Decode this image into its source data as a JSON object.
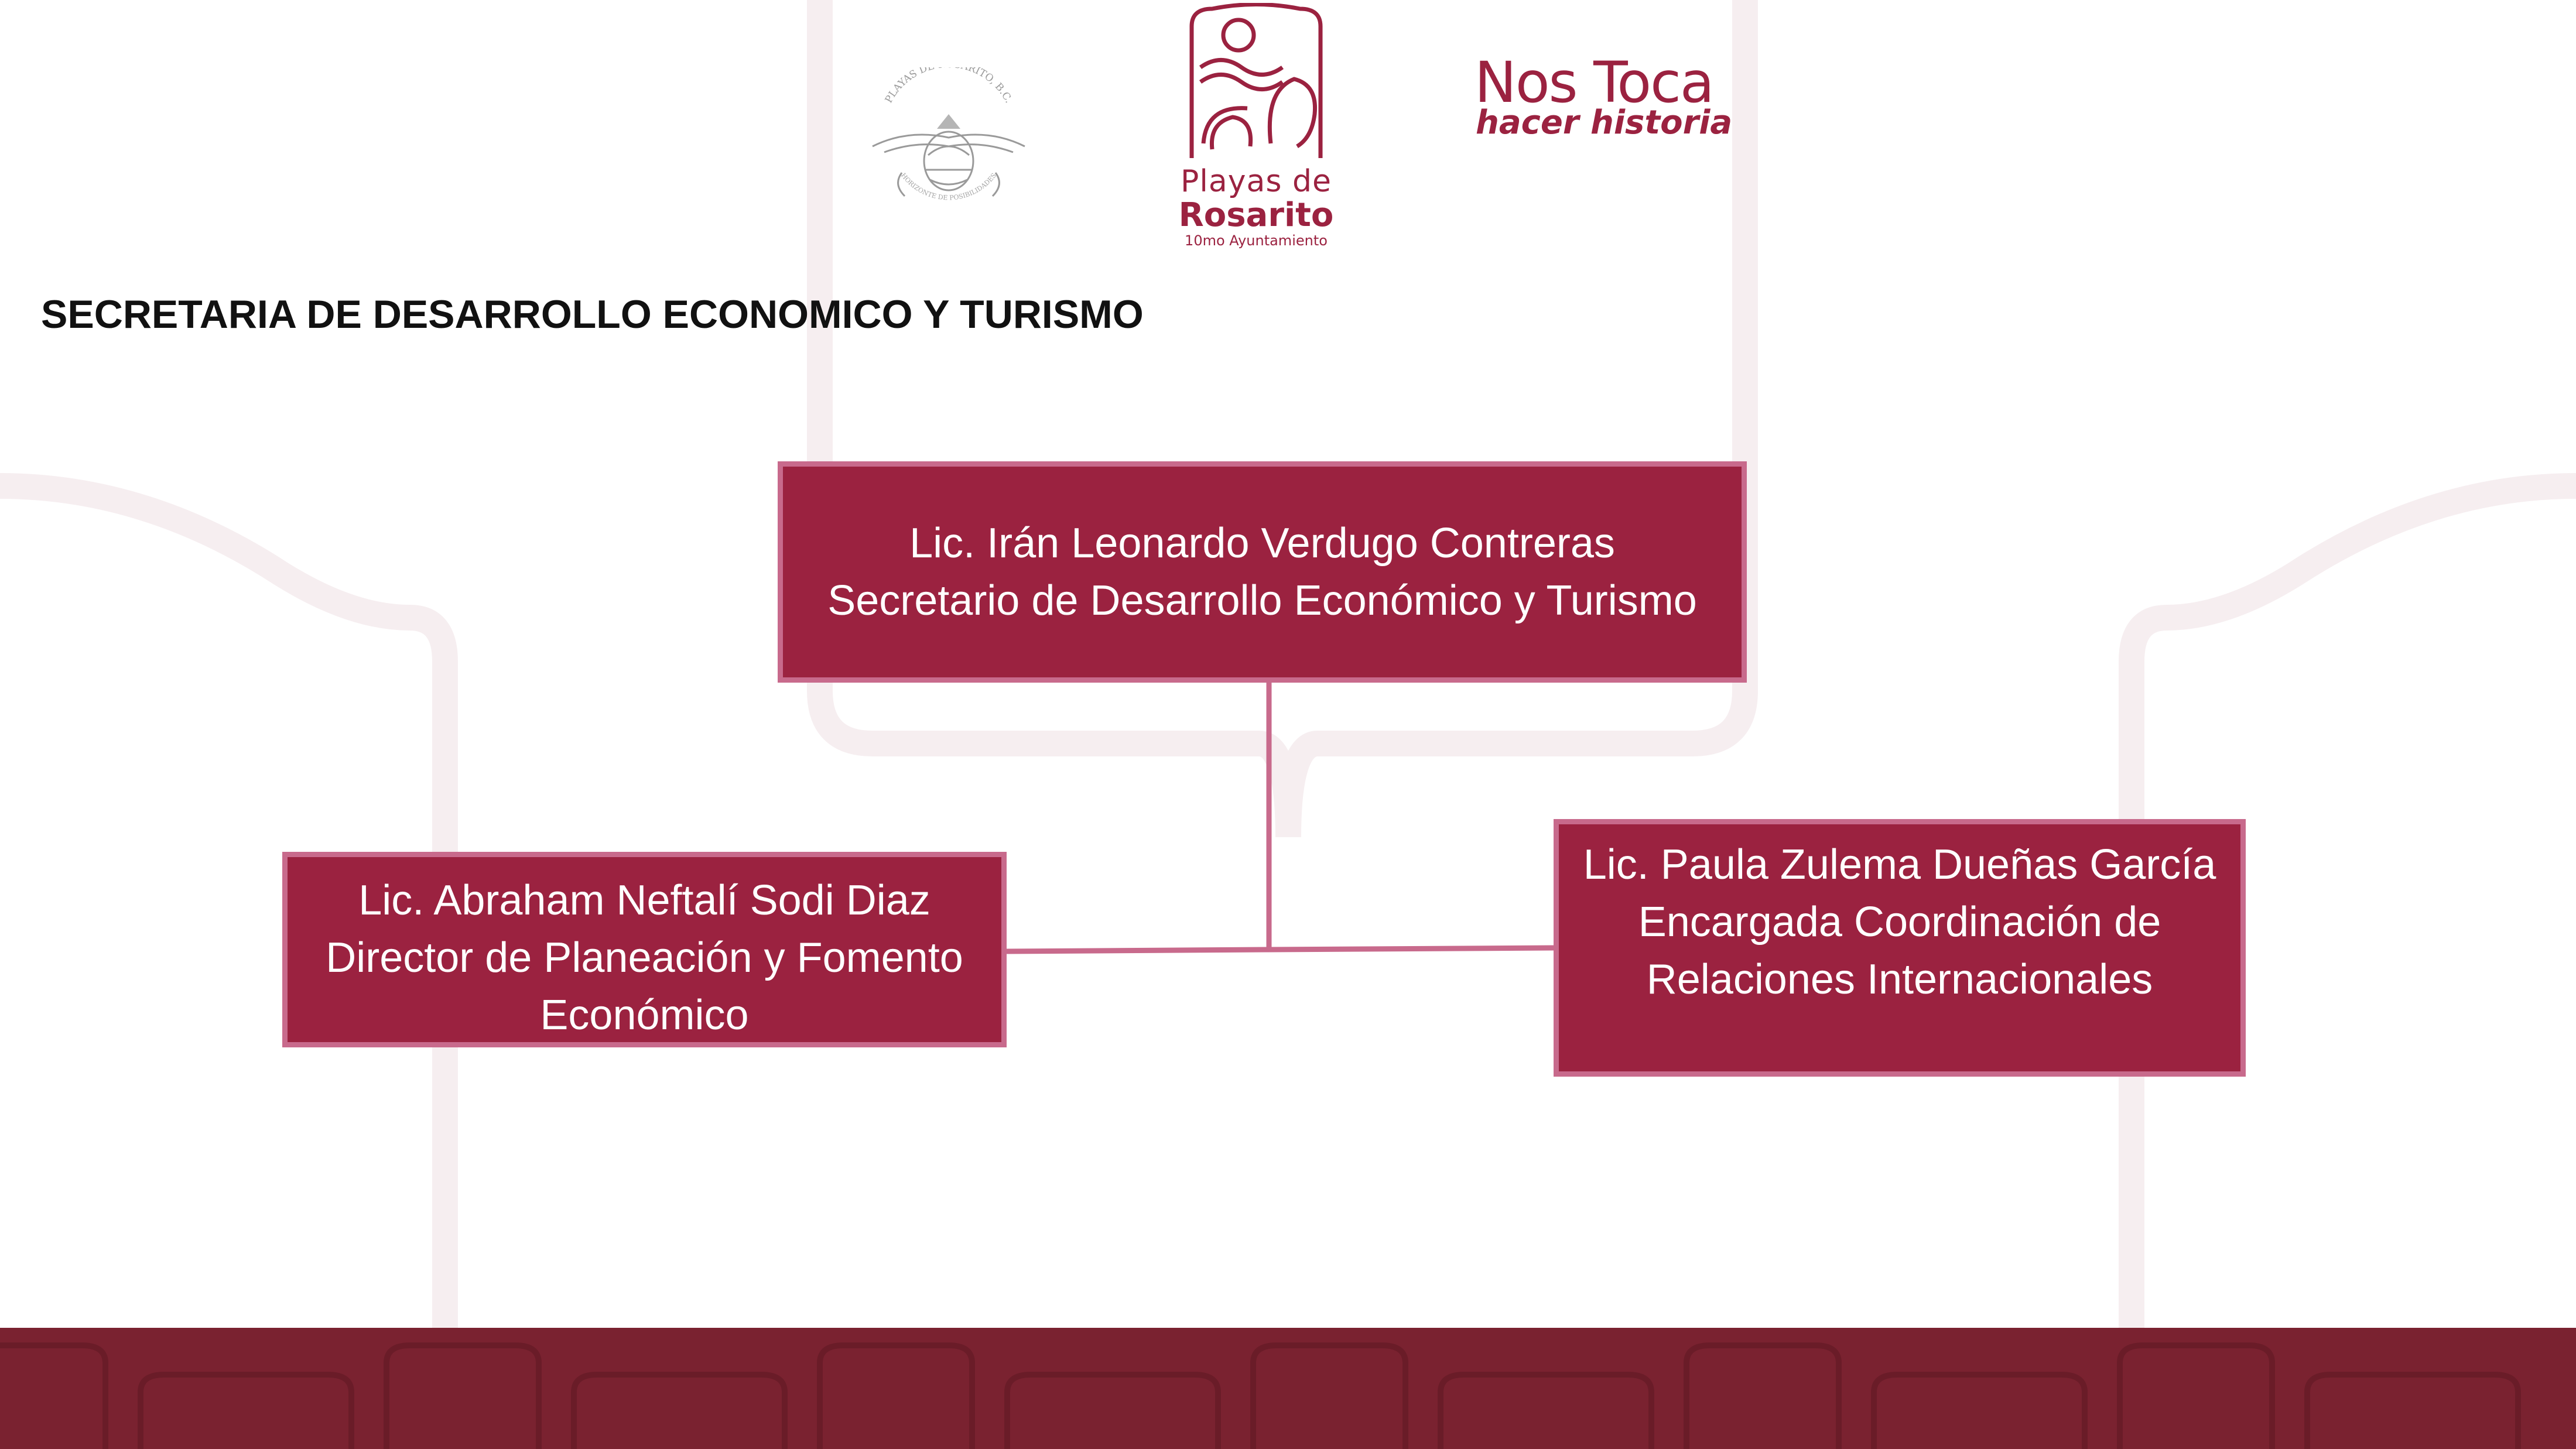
{
  "logos": {
    "seal": {
      "arc_text": "PLAYAS DE ROSARITO, B.C.",
      "bottom_text": "HORIZONTE DE POSIBILIDADES"
    },
    "playas": {
      "line1": "Playas de",
      "line2": "Rosarito",
      "line3": "10mo Ayuntamiento"
    },
    "nostoca": {
      "line1": "Nos Toca",
      "line2": "hacer historia"
    }
  },
  "title": "SECRETARIA DE DESARROLLO ECONOMICO Y TURISMO",
  "org": {
    "top": {
      "name": "Lic. Irán Leonardo Verdugo Contreras",
      "role": "Secretario de Desarrollo Económico y Turismo"
    },
    "left": {
      "name": "Lic. Abraham Neftalí Sodi Diaz",
      "role_line1": "Director de Planeación y Fomento",
      "role_line2": "Económico"
    },
    "right": {
      "name": "Lic. Paula Zulema Dueñas García",
      "role_line1": "Encargada Coordinación de",
      "role_line2": "Relaciones Internacionales"
    }
  },
  "colors": {
    "box_fill": "#9b2240",
    "box_border": "#c86a8c",
    "connector": "#c86a8c",
    "footer": "#7a2230",
    "brand": "#9b2240",
    "ornament": "#f6eef0"
  },
  "icons": {
    "seal": "municipal-seal-icon",
    "playas": "playas-de-rosarito-emblem-icon"
  }
}
